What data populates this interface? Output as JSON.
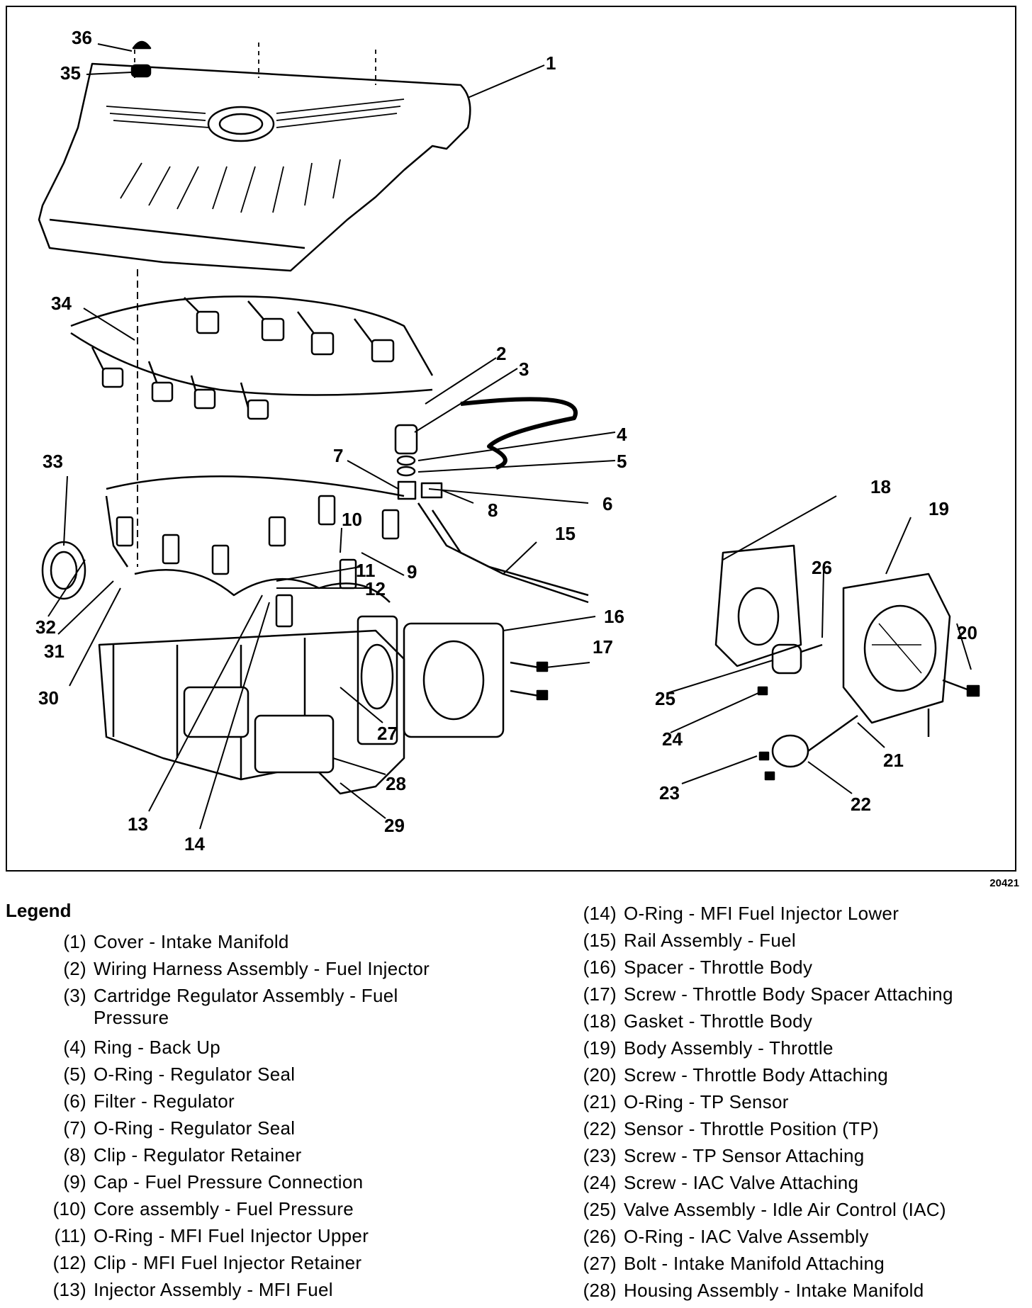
{
  "figure": {
    "id": "20421",
    "callouts": [
      "36",
      "35",
      "1",
      "34",
      "2",
      "3",
      "4",
      "5",
      "7",
      "6",
      "8",
      "33",
      "10",
      "9",
      "15",
      "18",
      "19",
      "26",
      "11",
      "12",
      "16",
      "20",
      "32",
      "31",
      "17",
      "30",
      "25",
      "24",
      "27",
      "21",
      "23",
      "22",
      "28",
      "13",
      "29",
      "14"
    ]
  },
  "legend": {
    "title": "Legend",
    "left": [
      {
        "num": "(1)",
        "text": "Cover - Intake Manifold"
      },
      {
        "num": "(2)",
        "text": "Wiring Harness Assembly - Fuel Injector"
      },
      {
        "num": "(3)",
        "text": "Cartridge Regulator Assembly - Fuel Pressure"
      },
      {
        "num": "(4)",
        "text": "Ring - Back Up"
      },
      {
        "num": "(5)",
        "text": "O-Ring - Regulator Seal"
      },
      {
        "num": "(6)",
        "text": "Filter - Regulator"
      },
      {
        "num": "(7)",
        "text": "O-Ring - Regulator Seal"
      },
      {
        "num": "(8)",
        "text": "Clip - Regulator Retainer"
      },
      {
        "num": "(9)",
        "text": "Cap - Fuel Pressure Connection"
      },
      {
        "num": "(10)",
        "text": "Core assembly - Fuel Pressure"
      },
      {
        "num": "(11)",
        "text": "O-Ring - MFI Fuel Injector Upper"
      },
      {
        "num": "(12)",
        "text": "Clip - MFI Fuel Injector Retainer"
      },
      {
        "num": "(13)",
        "text": "Injector Assembly - MFI Fuel"
      }
    ],
    "right": [
      {
        "num": "(14)",
        "text": "O-Ring - MFI Fuel Injector Lower"
      },
      {
        "num": "(15)",
        "text": "Rail Assembly - Fuel"
      },
      {
        "num": "(16)",
        "text": "Spacer - Throttle Body"
      },
      {
        "num": "(17)",
        "text": "Screw - Throttle Body Spacer Attaching"
      },
      {
        "num": "(18)",
        "text": "Gasket - Throttle Body"
      },
      {
        "num": "(19)",
        "text": "Body Assembly - Throttle"
      },
      {
        "num": "(20)",
        "text": "Screw - Throttle Body Attaching"
      },
      {
        "num": "(21)",
        "text": "O-Ring - TP Sensor"
      },
      {
        "num": "(22)",
        "text": "Sensor - Throttle Position (TP)"
      },
      {
        "num": "(23)",
        "text": "Screw - TP Sensor Attaching"
      },
      {
        "num": "(24)",
        "text": "Screw - IAC Valve Attaching"
      },
      {
        "num": "(25)",
        "text": "Valve Assembly - Idle Air Control (IAC)"
      },
      {
        "num": "(26)",
        "text": "O-Ring - IAC Valve Assembly"
      },
      {
        "num": "(27)",
        "text": "Bolt - Intake Manifold Attaching"
      },
      {
        "num": "(28)",
        "text": "Housing Assembly - Intake Manifold"
      }
    ]
  }
}
